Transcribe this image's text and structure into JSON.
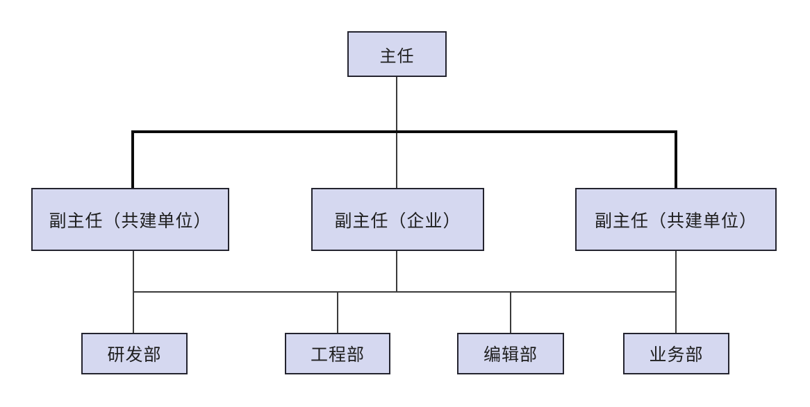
{
  "org_chart": {
    "type": "org-hierarchy-diagram",
    "colors": {
      "background": "#ffffff",
      "node_fill": "#d5d8f0",
      "node_border": "#23232e",
      "connector": "#3a3a3a",
      "connector_bold": "#0b0b0b"
    },
    "nodes": {
      "director": "主任",
      "deputy_left": "副主任（共建单位）",
      "deputy_center": "副主任（企业）",
      "deputy_right": "副主任（共建单位）",
      "dept_rnd": "研发部",
      "dept_engineering": "工程部",
      "dept_editorial": "编辑部",
      "dept_business": "业务部"
    },
    "edges": [
      {
        "from": "director",
        "to": "deputy_left"
      },
      {
        "from": "director",
        "to": "deputy_center"
      },
      {
        "from": "director",
        "to": "deputy_right"
      },
      {
        "from": "deputy_left",
        "to": "dept_rnd"
      },
      {
        "from": "deputy_center",
        "to": "dept_engineering"
      },
      {
        "from": "deputy_center",
        "to": "dept_editorial"
      },
      {
        "from": "deputy_right",
        "to": "dept_business"
      }
    ]
  }
}
